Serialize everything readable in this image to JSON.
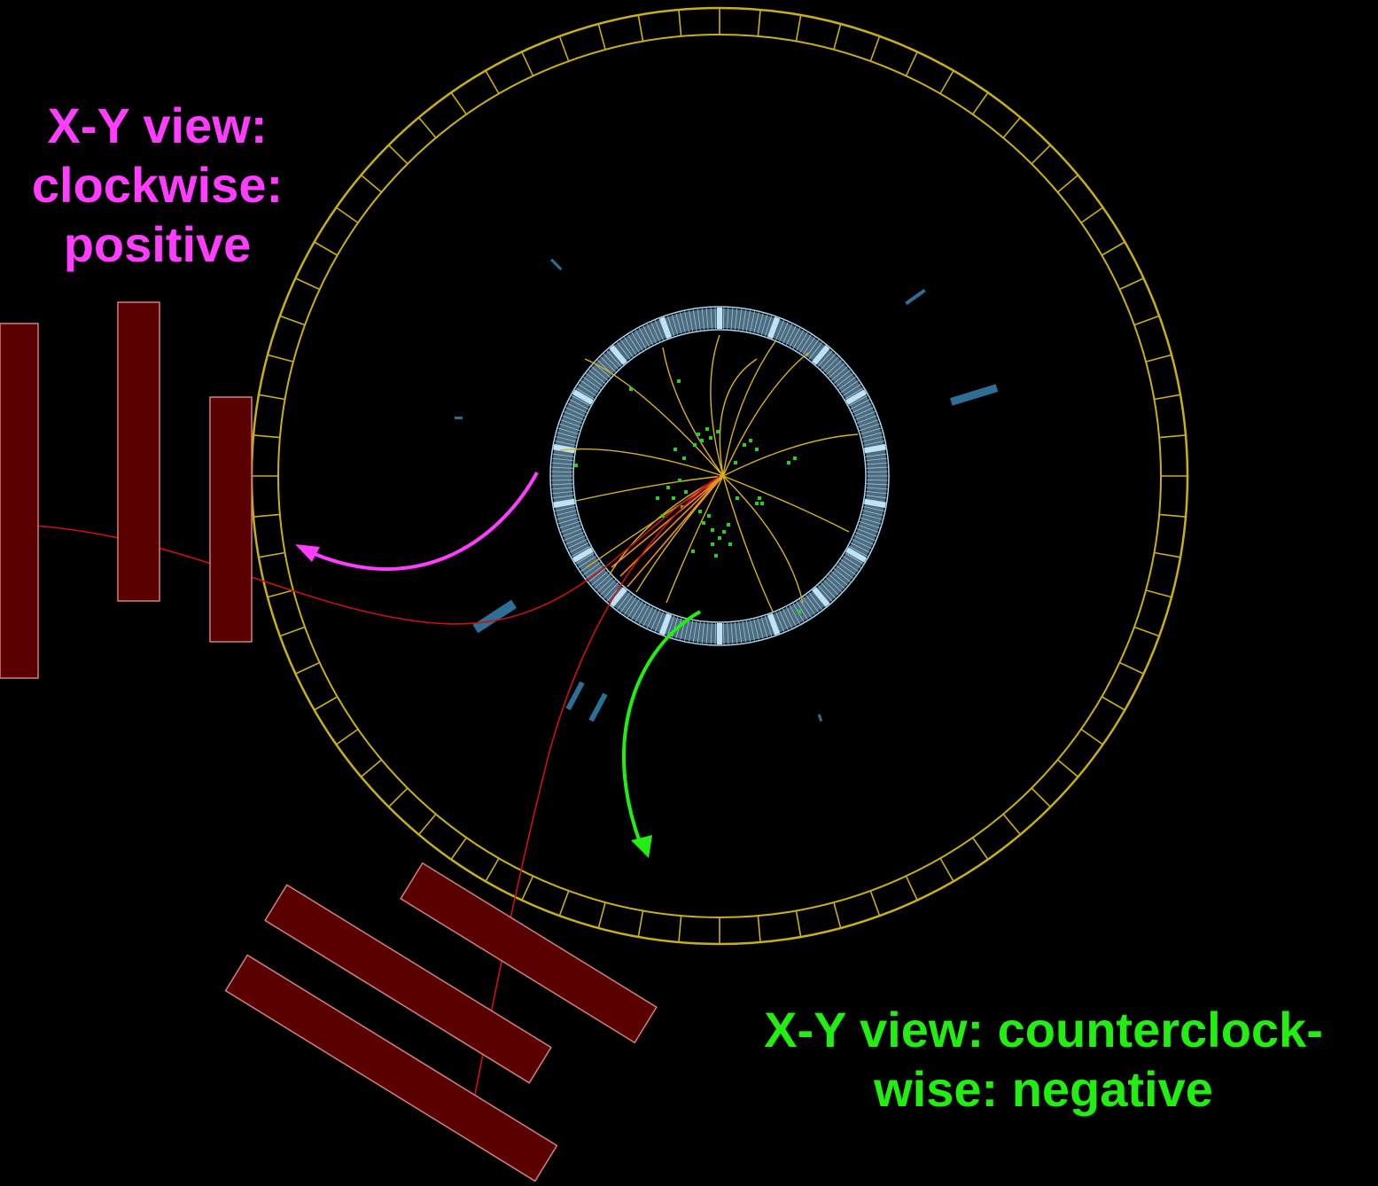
{
  "annotations": {
    "positive": {
      "lines": [
        "X-Y view:",
        "clockwise:",
        "positive"
      ],
      "color": "#ff3dff"
    },
    "negative": {
      "lines": [
        "X-Y view: counterclock-",
        "wise: negative"
      ],
      "color": "#22ee11"
    }
  },
  "colors": {
    "background": "#000000",
    "calorimeter_ring": "#c9b016",
    "inner_tracker_ring": "#8fc3e6",
    "track": "#d8b21d",
    "hit": "#27d024",
    "muon_chamber_fill": "#5a0000",
    "muon_chamber_edge": "#d08080",
    "muon_track": "#d01010",
    "cluster": "#2d6f96",
    "arrow_positive": "#ff3dff",
    "arrow_negative": "#22ee11"
  },
  "icons": {
    "positive_arrow": "curved-arrow-icon",
    "negative_arrow": "curved-arrow-icon"
  }
}
